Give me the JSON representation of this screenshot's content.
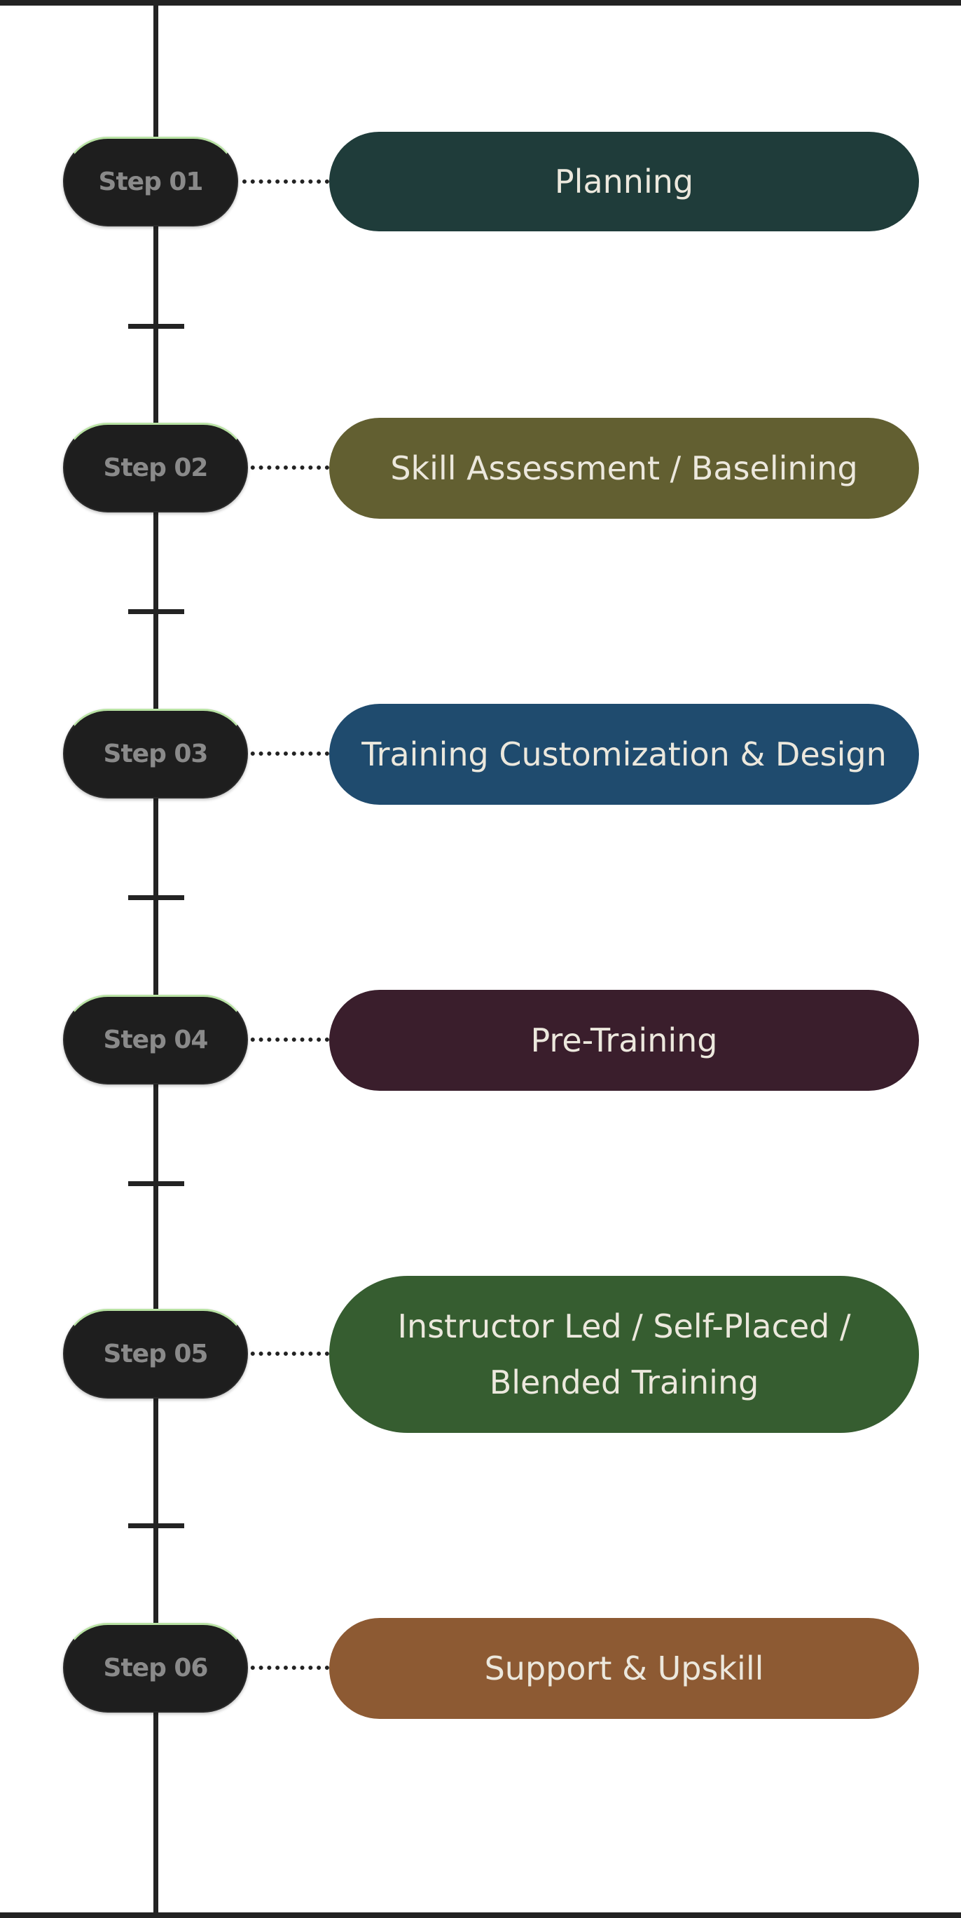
{
  "steps": [
    {
      "badge": "Step 01",
      "label": "Planning",
      "color": "#1f3c3a"
    },
    {
      "badge": "Step 02",
      "label": "Skill Assessment / Baselining",
      "color": "#625f31"
    },
    {
      "badge": "Step 03",
      "label": "Training Customization & Design",
      "color": "#1f4b6e"
    },
    {
      "badge": "Step 04",
      "label": "Pre-Training",
      "color": "#3a1e2c"
    },
    {
      "badge": "Step 05",
      "label": "Instructor Led / Self-Placed / Blended Training",
      "color": "#365d30"
    },
    {
      "badge": "Step 06",
      "label": "Support & Upskill",
      "color": "#8d5a33"
    }
  ],
  "colors": {
    "line": "#232323",
    "badge_bg": "#1e1e1e",
    "badge_text": "#8a8a8a",
    "badge_accent": "#b9e3a4",
    "pill_text": "#ece8dd"
  }
}
